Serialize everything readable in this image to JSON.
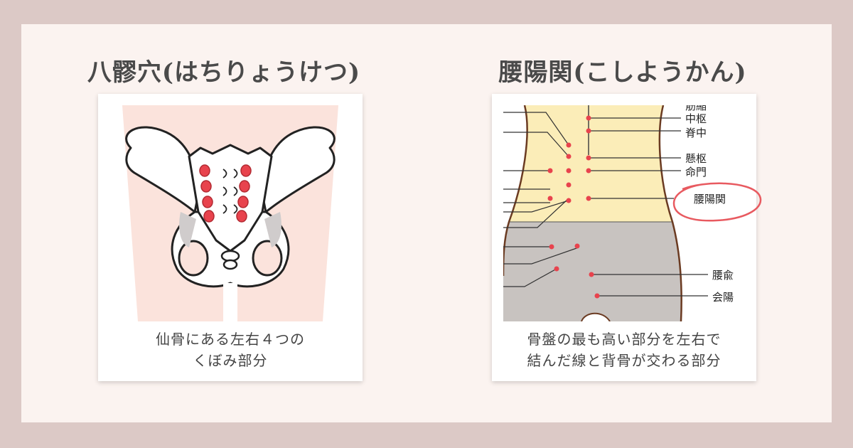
{
  "left": {
    "title": "八髎穴(はちりょうけつ)",
    "caption_line1": "仙骨にある左右４つの",
    "caption_line2": "くぼみ部分"
  },
  "right": {
    "title": "腰陽関(こしようかん)",
    "caption_line1": "骨盤の最も高い部分を左右で",
    "caption_line2": "結んだ線と背骨が交わる部分",
    "labels": {
      "top": "筋縮",
      "zhongshu": "中枢",
      "jizhong": "脊中",
      "xuanshu": "懸枢",
      "mingmen": "命門",
      "yaoyangguan": "腰陽関",
      "yaoshu": "腰兪",
      "huiyang": "会陽"
    }
  },
  "colors": {
    "background": "#dcc9c6",
    "panel": "#fbf3f0",
    "point": "#e8434d",
    "highlight_circle": "#e85a60",
    "back_skin": "#fbedb8",
    "buttock": "#c8c3c0",
    "pelvis_bg": "#fbe3dc"
  }
}
